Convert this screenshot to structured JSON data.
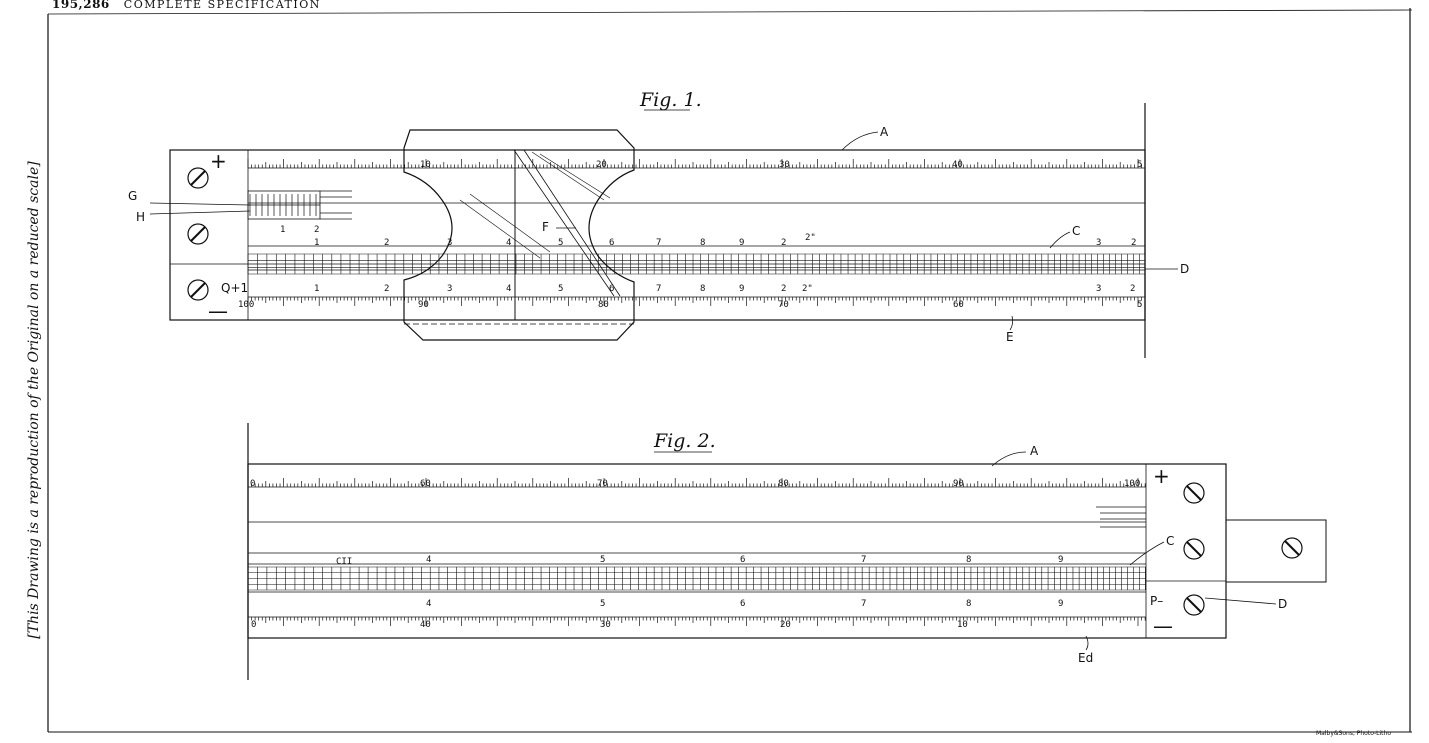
{
  "header": {
    "patent_number": "195,286",
    "heading": "COMPLETE SPECIFICATION"
  },
  "side_note": "[This Drawing is a reproduction of the Original on a reduced scale]",
  "printer_credit": "Malby&Sons, Photo-Litho",
  "fig1": {
    "title": "Fig. 1.",
    "labels": {
      "A": "A",
      "C": "C",
      "D": "D",
      "E": "E",
      "F": "F",
      "G": "G",
      "H": "H",
      "Q": "Q+1"
    },
    "signs": {
      "plus": "+",
      "minus": "—"
    },
    "scale_a_numbers": [
      "10",
      "20",
      "30",
      "40",
      "5"
    ],
    "scale_e_numbers": [
      "100",
      "90",
      "80",
      "70",
      "60",
      "5"
    ],
    "vernier_numbers": [
      "1",
      "2"
    ],
    "scale_c_top": [
      "1",
      "2",
      "3",
      "4",
      "5",
      "6",
      "7",
      "8",
      "9",
      "2",
      "2\"",
      "3",
      "2"
    ],
    "scale_c_bottom": [
      "1",
      "2",
      "3",
      "4",
      "5",
      "6",
      "7",
      "8",
      "9",
      "2",
      "2\"",
      "3",
      "2"
    ]
  },
  "fig2": {
    "title": "Fig. 2.",
    "labels": {
      "A": "A",
      "C": "C",
      "D": "D",
      "E": "Ed",
      "P": "P–",
      "C11": "CII"
    },
    "signs": {
      "plus": "+",
      "minus": "—"
    },
    "scale_a_numbers": [
      "0",
      "60",
      "70",
      "80",
      "90",
      "100"
    ],
    "scale_e_numbers": [
      "0",
      "40",
      "30",
      "20",
      "10"
    ],
    "scale_c_top": [
      "4",
      "5",
      "6",
      "7",
      "8",
      "9"
    ],
    "scale_c_bottom": [
      "4",
      "5",
      "6",
      "7",
      "8",
      "9"
    ]
  }
}
